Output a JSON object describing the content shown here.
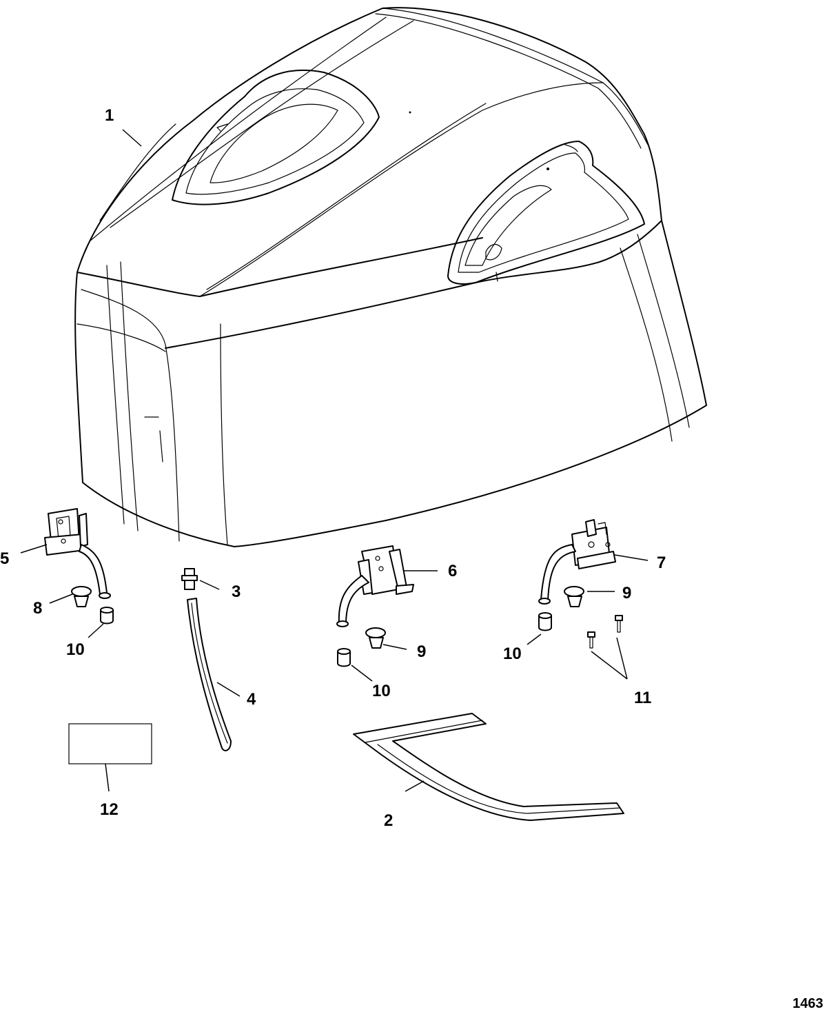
{
  "callouts": {
    "c1": "1",
    "c2": "2",
    "c3": "3",
    "c4": "4",
    "c5": "5",
    "c6": "6",
    "c7": "7",
    "c8": "8",
    "c9a": "9",
    "c9b": "9",
    "c10a": "10",
    "c10b": "10",
    "c10c": "10",
    "c11": "11",
    "c12": "12"
  },
  "drawing_number": "1463",
  "colors": {
    "line": "#000000",
    "background": "#ffffff"
  }
}
